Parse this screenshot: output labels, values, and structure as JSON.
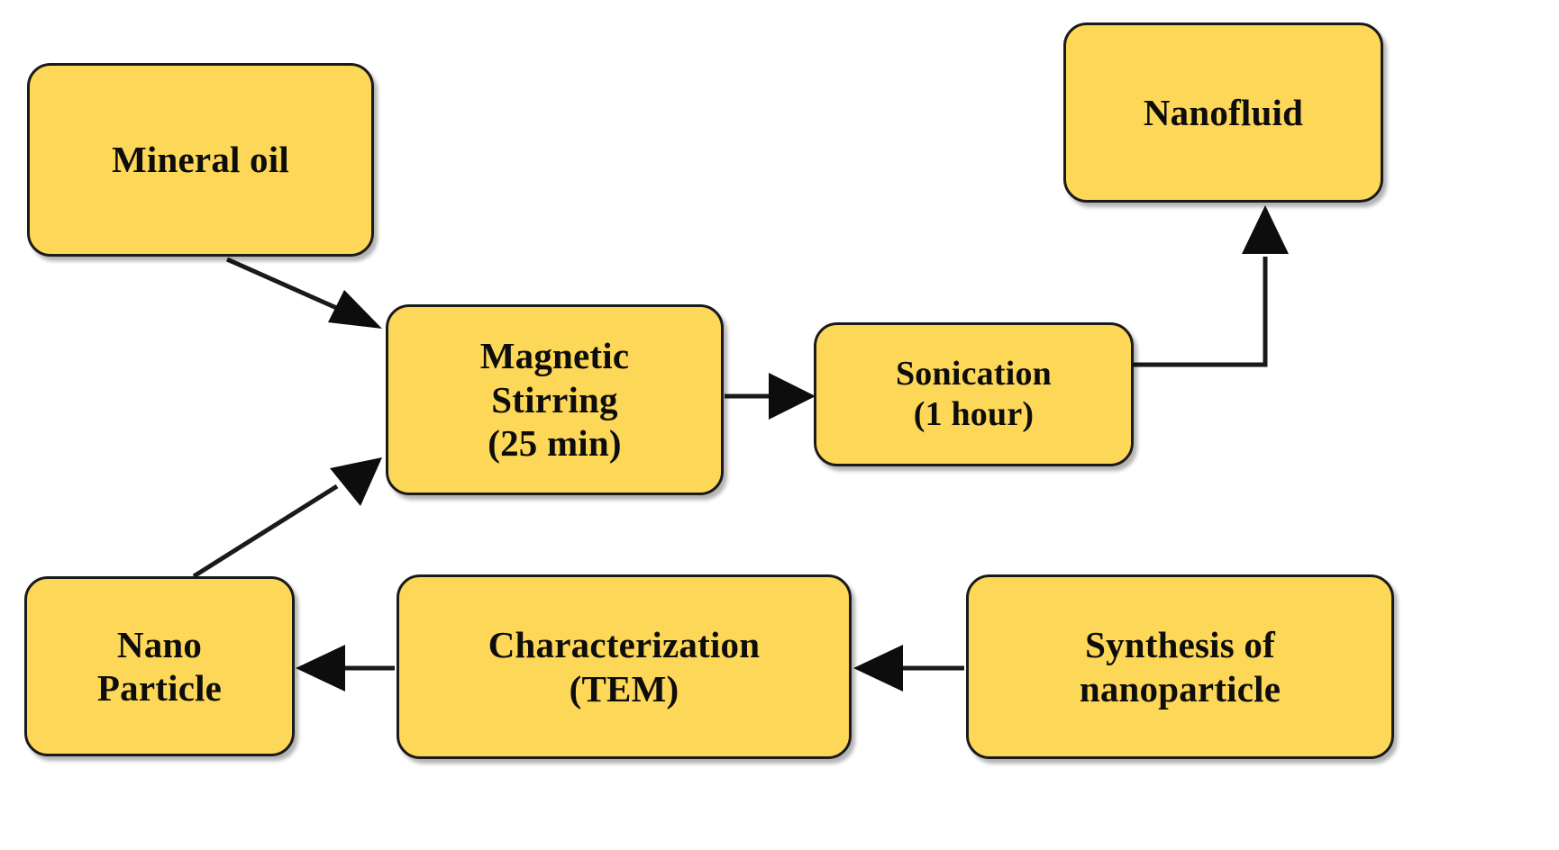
{
  "diagram": {
    "title": "Nanofluid preparation process flowchart",
    "background_color": "#ffffff",
    "node_fill_color": "#FDD757",
    "node_border_color": "#1a1a1a",
    "edge_color": "#1a1a1a",
    "nodes": [
      {
        "id": "mineral-oil",
        "label": "Mineral oil"
      },
      {
        "id": "magnetic-stirring",
        "label": "Magnetic\nStirring\n(25 min)"
      },
      {
        "id": "sonication",
        "label": "Sonication\n(1 hour)"
      },
      {
        "id": "nanofluid",
        "label": "Nanofluid"
      },
      {
        "id": "nano-particle",
        "label": "Nano\nParticle"
      },
      {
        "id": "characterization",
        "label": "Characterization\n(TEM)"
      },
      {
        "id": "synthesis",
        "label": "Synthesis of\nnanoparticle"
      }
    ],
    "edges": [
      {
        "id": "mineral-oil-to-magnetic-stirring",
        "from": "mineral-oil",
        "to": "magnetic-stirring",
        "style": "diagonal-arrow"
      },
      {
        "id": "nano-particle-to-magnetic-stirring",
        "from": "nano-particle",
        "to": "magnetic-stirring",
        "style": "diagonal-arrow"
      },
      {
        "id": "magnetic-stirring-to-sonication",
        "from": "magnetic-stirring",
        "to": "sonication",
        "style": "straight-arrow"
      },
      {
        "id": "sonication-to-nanofluid",
        "from": "sonication",
        "to": "nanofluid",
        "style": "elbow-arrow"
      },
      {
        "id": "synthesis-to-characterization",
        "from": "synthesis",
        "to": "characterization",
        "style": "straight-arrow"
      },
      {
        "id": "characterization-to-nano-particle",
        "from": "characterization",
        "to": "nano-particle",
        "style": "straight-arrow"
      }
    ]
  }
}
